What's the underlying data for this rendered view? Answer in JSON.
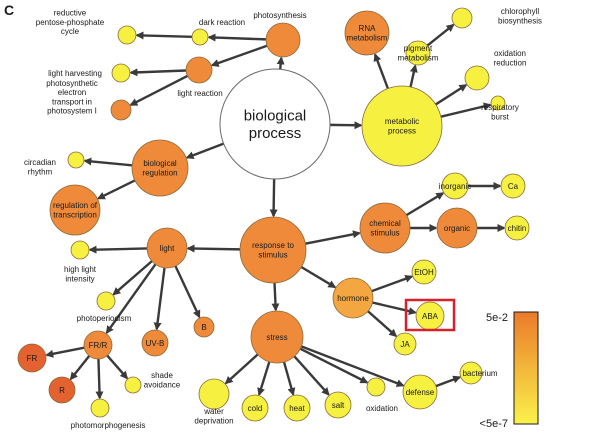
{
  "panel_label": "C",
  "colors": {
    "orange": "#ee8a3a",
    "orange_light": "#f4a640",
    "red_orange": "#e4622f",
    "yellow": "#f6f040",
    "yellow_pale": "#fbf37a",
    "root": "#ffffff",
    "highlight_box": "#d8202a",
    "edge": "#3a3a3a"
  },
  "legend": {
    "max_label": "5e-2",
    "min_label": "<5e-7",
    "gradient_top": "#ec7a2a",
    "gradient_bottom": "#faf24a"
  },
  "highlighted_node": "aba",
  "nodes": [
    {
      "id": "biological-process",
      "lines": [
        "biological",
        "process"
      ],
      "color": "root"
    },
    {
      "id": "photosynthesis",
      "lines": [
        "photosynthesis"
      ],
      "color": "orange"
    },
    {
      "id": "dark-reaction",
      "lines": [
        "dark reaction"
      ],
      "color": "yellow"
    },
    {
      "id": "reductive-pentose",
      "lines": [
        "reductive",
        "pentose-phosphate",
        "cycle"
      ],
      "color": "yellow"
    },
    {
      "id": "light-reaction",
      "lines": [
        "light reaction"
      ],
      "color": "orange"
    },
    {
      "id": "light-harvesting",
      "lines": [
        "light harvesting"
      ],
      "color": "yellow"
    },
    {
      "id": "photosynthetic-electron",
      "lines": [
        "photosynthetic",
        "electron",
        "transport in",
        "photosystem I"
      ],
      "color": "orange"
    },
    {
      "id": "metabolic-process",
      "lines": [
        "metabolic",
        "process"
      ],
      "color": "yellow"
    },
    {
      "id": "rna-metabolism",
      "lines": [
        "RNA",
        "metabolism"
      ],
      "color": "orange"
    },
    {
      "id": "pigment-metabolism",
      "lines": [
        "pigment",
        "metabolism"
      ],
      "color": "yellow"
    },
    {
      "id": "chlorophyll-biosynthesis",
      "lines": [
        "chlorophyll",
        "biosynthesis"
      ],
      "color": "yellow"
    },
    {
      "id": "oxidation-reduction",
      "lines": [
        "oxidation",
        "reduction"
      ],
      "color": "yellow"
    },
    {
      "id": "respiratory-burst",
      "lines": [
        "respiratory",
        "burst"
      ],
      "color": "yellow"
    },
    {
      "id": "biological-regulation",
      "lines": [
        "biological",
        "regulation"
      ],
      "color": "orange"
    },
    {
      "id": "circadian-rhythm",
      "lines": [
        "circadian",
        "rhythm"
      ],
      "color": "yellow"
    },
    {
      "id": "regulation-of-transcription",
      "lines": [
        "regulation of",
        "transcription"
      ],
      "color": "orange"
    },
    {
      "id": "response-to-stimulus",
      "lines": [
        "response to",
        "stimulus"
      ],
      "color": "orange"
    },
    {
      "id": "chemical-stimulus",
      "lines": [
        "chemical",
        "stimulus"
      ],
      "color": "orange"
    },
    {
      "id": "inorganic",
      "lines": [
        "inorganic"
      ],
      "color": "yellow"
    },
    {
      "id": "ca",
      "lines": [
        "Ca"
      ],
      "color": "yellow"
    },
    {
      "id": "organic",
      "lines": [
        "organic"
      ],
      "color": "orange"
    },
    {
      "id": "chitin",
      "lines": [
        "chitin"
      ],
      "color": "yellow"
    },
    {
      "id": "light",
      "lines": [
        "light"
      ],
      "color": "orange"
    },
    {
      "id": "high-light-intensity",
      "lines": [
        "high light",
        "intensity"
      ],
      "color": "yellow"
    },
    {
      "id": "photoperiodism",
      "lines": [
        "photoperiodism"
      ],
      "color": "yellow"
    },
    {
      "id": "uv-b",
      "lines": [
        "UV-B"
      ],
      "color": "orange"
    },
    {
      "id": "b",
      "lines": [
        "B"
      ],
      "color": "orange"
    },
    {
      "id": "fr-r",
      "lines": [
        "FR/R"
      ],
      "color": "orange"
    },
    {
      "id": "fr",
      "lines": [
        "FR"
      ],
      "color": "red_orange"
    },
    {
      "id": "r",
      "lines": [
        "R"
      ],
      "color": "red_orange"
    },
    {
      "id": "photomorphogenesis",
      "lines": [
        "photomorphogenesis"
      ],
      "color": "yellow"
    },
    {
      "id": "shade-avoidance",
      "lines": [
        "shade",
        "avoidance"
      ],
      "color": "yellow"
    },
    {
      "id": "hormone",
      "lines": [
        "hormone"
      ],
      "color": "orange_light"
    },
    {
      "id": "etoh",
      "lines": [
        "EtOH"
      ],
      "color": "yellow"
    },
    {
      "id": "aba",
      "lines": [
        "ABA"
      ],
      "color": "yellow"
    },
    {
      "id": "ja",
      "lines": [
        "JA"
      ],
      "color": "yellow"
    },
    {
      "id": "stress",
      "lines": [
        "stress"
      ],
      "color": "orange"
    },
    {
      "id": "water-deprivation",
      "lines": [
        "water",
        "deprivation"
      ],
      "color": "yellow"
    },
    {
      "id": "cold",
      "lines": [
        "cold"
      ],
      "color": "yellow"
    },
    {
      "id": "heat",
      "lines": [
        "heat"
      ],
      "color": "yellow"
    },
    {
      "id": "salt",
      "lines": [
        "salt"
      ],
      "color": "yellow"
    },
    {
      "id": "oxidation",
      "lines": [
        "oxidation"
      ],
      "color": "yellow"
    },
    {
      "id": "defense",
      "lines": [
        "defense"
      ],
      "color": "yellow"
    },
    {
      "id": "bacterium",
      "lines": [
        "bacterium"
      ],
      "color": "yellow"
    }
  ],
  "edges": [
    [
      "biological-process",
      "photosynthesis"
    ],
    [
      "photosynthesis",
      "dark-reaction"
    ],
    [
      "dark-reaction",
      "reductive-pentose"
    ],
    [
      "photosynthesis",
      "light-reaction"
    ],
    [
      "light-reaction",
      "light-harvesting"
    ],
    [
      "light-reaction",
      "photosynthetic-electron"
    ],
    [
      "biological-process",
      "metabolic-process"
    ],
    [
      "metabolic-process",
      "rna-metabolism"
    ],
    [
      "metabolic-process",
      "pigment-metabolism"
    ],
    [
      "pigment-metabolism",
      "chlorophyll-biosynthesis"
    ],
    [
      "metabolic-process",
      "oxidation-reduction"
    ],
    [
      "metabolic-process",
      "respiratory-burst"
    ],
    [
      "biological-process",
      "biological-regulation"
    ],
    [
      "biological-regulation",
      "circadian-rhythm"
    ],
    [
      "biological-regulation",
      "regulation-of-transcription"
    ],
    [
      "biological-process",
      "response-to-stimulus"
    ],
    [
      "response-to-stimulus",
      "chemical-stimulus"
    ],
    [
      "chemical-stimulus",
      "inorganic"
    ],
    [
      "inorganic",
      "ca"
    ],
    [
      "chemical-stimulus",
      "organic"
    ],
    [
      "organic",
      "chitin"
    ],
    [
      "response-to-stimulus",
      "light"
    ],
    [
      "light",
      "high-light-intensity"
    ],
    [
      "light",
      "photoperiodism"
    ],
    [
      "light",
      "uv-b"
    ],
    [
      "light",
      "b"
    ],
    [
      "light",
      "fr-r"
    ],
    [
      "fr-r",
      "fr"
    ],
    [
      "fr-r",
      "r"
    ],
    [
      "fr-r",
      "photomorphogenesis"
    ],
    [
      "fr-r",
      "shade-avoidance"
    ],
    [
      "response-to-stimulus",
      "hormone"
    ],
    [
      "hormone",
      "etoh"
    ],
    [
      "hormone",
      "aba"
    ],
    [
      "hormone",
      "ja"
    ],
    [
      "response-to-stimulus",
      "stress"
    ],
    [
      "stress",
      "water-deprivation"
    ],
    [
      "stress",
      "cold"
    ],
    [
      "stress",
      "heat"
    ],
    [
      "stress",
      "salt"
    ],
    [
      "stress",
      "oxidation"
    ],
    [
      "stress",
      "defense"
    ],
    [
      "defense",
      "bacterium"
    ]
  ]
}
